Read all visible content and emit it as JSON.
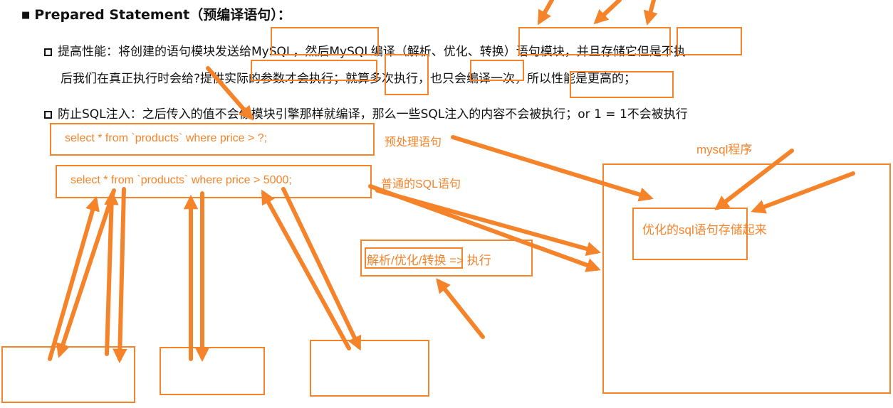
{
  "heading": {
    "bullet": "■",
    "text": "Prepared Statement（预编译语句）："
  },
  "points": [
    {
      "line1": "提高性能：将创建的语句模块发送给MySQL，然后MySQL编译（解析、优化、转换）语句模块，并且存储它但是不执",
      "line2": "后我们在真正执行时会给?提供实际的参数才会执行；就算多次执行，也只会编译一次，所以性能是更高的；"
    },
    {
      "line1": "防止SQL注入：之后传入的值不会像模块引擎那样就编译，那么一些SQL注入的内容不会被执行；or 1 = 1不会被执行"
    }
  ],
  "annotations": {
    "prepared_sql": "select * from `products` where price > ?;",
    "prepared_label": "预处理语句",
    "normal_sql": "select * from `products` where price > 5000;",
    "normal_label": "普通的SQL语句",
    "process_highlight": "解析/优化/转换",
    "process_rest": " => 执行",
    "mysql_label": "mysql程序",
    "stored_label": "优化的sql语句存储起来"
  },
  "colors": {
    "annotation": "#f5832a",
    "text": "#111111"
  }
}
